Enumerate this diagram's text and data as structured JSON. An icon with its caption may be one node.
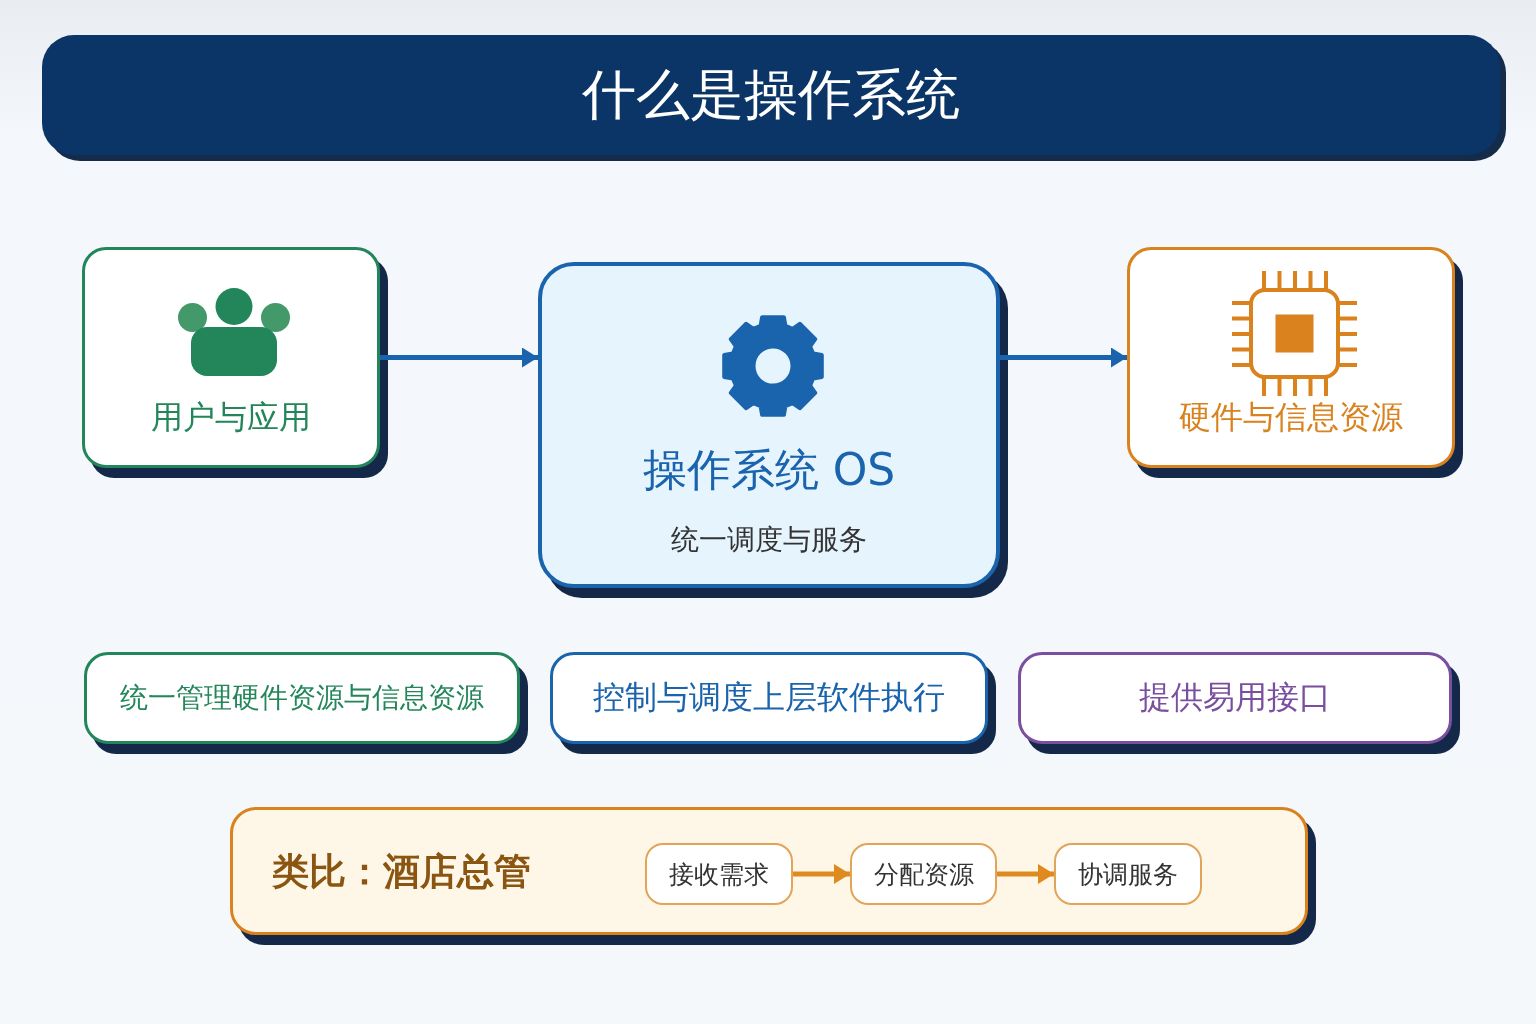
{
  "diagram": {
    "title": "什么是操作系统",
    "nodes": [
      {
        "text": [
          "用户与应用"
        ]
      },
      {
        "text": [
          "操作系统 OS",
          "统一调度与服务"
        ]
      },
      {
        "text": [
          "硬件与信息资源"
        ]
      },
      {
        "text": [
          "统一管理硬件资源与信息资源"
        ]
      },
      {
        "text": [
          "控制与调度上层软件执行"
        ]
      },
      {
        "text": [
          "提供易用接口"
        ]
      },
      {
        "text": [
          "类比：酒店总管"
        ]
      },
      {
        "text": [
          "接收需求"
        ],
        "in": 6
      },
      {
        "text": [
          "分配资源"
        ],
        "in": 6
      },
      {
        "text": [
          "协调服务"
        ],
        "in": 6
      }
    ],
    "edges": [
      {
        "from": 0,
        "to": 1,
        "arrow": "to",
        "color": "#1a64ad"
      },
      {
        "from": 1,
        "to": 2,
        "arrow": "to",
        "color": "#1a64ad"
      },
      {
        "from": 7,
        "to": 8,
        "arrow": "to",
        "color": "#df8a1f"
      },
      {
        "from": 8,
        "to": 9,
        "arrow": "to",
        "color": "#df8a1f"
      }
    ]
  }
}
